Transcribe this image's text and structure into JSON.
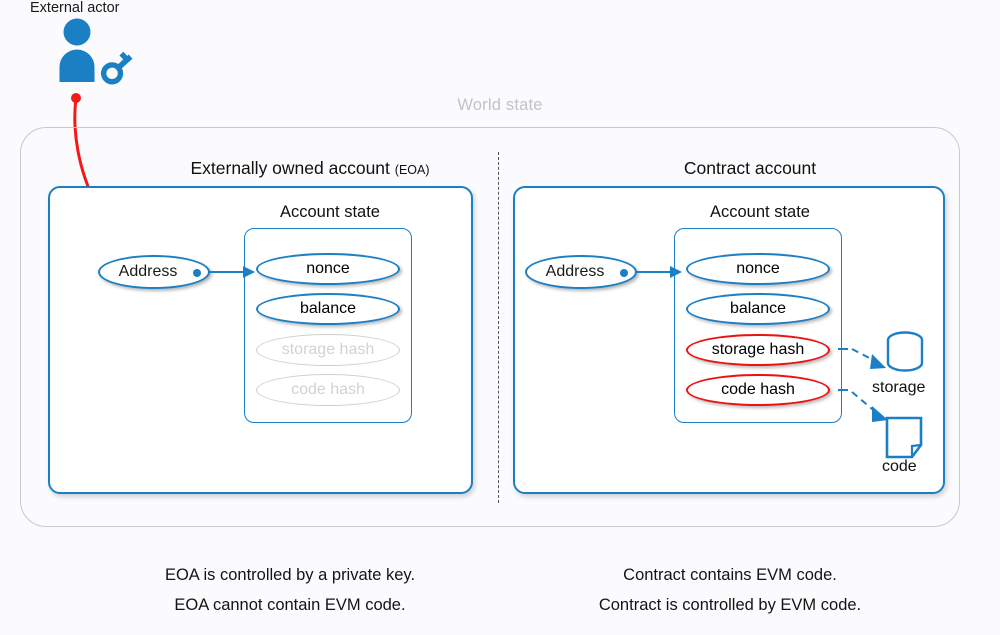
{
  "actor": {
    "label": "External actor",
    "person_icon": "person-icon",
    "key_icon": "key-icon"
  },
  "world_state": {
    "label": "World state"
  },
  "panels": [
    {
      "id": "eoa",
      "title": "Externally owned account",
      "title_sub": "(EOA)",
      "state_title": "Account state",
      "address_label": "Address",
      "fields": [
        {
          "label": "nonce",
          "style": "blue"
        },
        {
          "label": "balance",
          "style": "blue"
        },
        {
          "label": "storage hash",
          "style": "muted"
        },
        {
          "label": "code hash",
          "style": "muted"
        }
      ],
      "caption_lines": [
        "EOA is controlled by a private key.",
        "EOA cannot contain EVM code."
      ]
    },
    {
      "id": "contract",
      "title": "Contract account",
      "title_sub": "",
      "state_title": "Account state",
      "address_label": "Address",
      "fields": [
        {
          "label": "nonce",
          "style": "blue"
        },
        {
          "label": "balance",
          "style": "blue"
        },
        {
          "label": "storage hash",
          "style": "red"
        },
        {
          "label": "code hash",
          "style": "red"
        }
      ],
      "side_items": [
        {
          "label": "storage",
          "icon": "database-cylinder-icon"
        },
        {
          "label": "code",
          "icon": "document-page-icon"
        }
      ],
      "caption_lines": [
        "Contract contains EVM code.",
        "Contract is controlled by EVM code."
      ]
    }
  ],
  "colors": {
    "accent_blue": "#1b7fc4",
    "alert_red": "#ee1111",
    "muted_gray": "#cfcfcf",
    "world_border": "#c9c9cc",
    "background": "#fbfbfd"
  }
}
